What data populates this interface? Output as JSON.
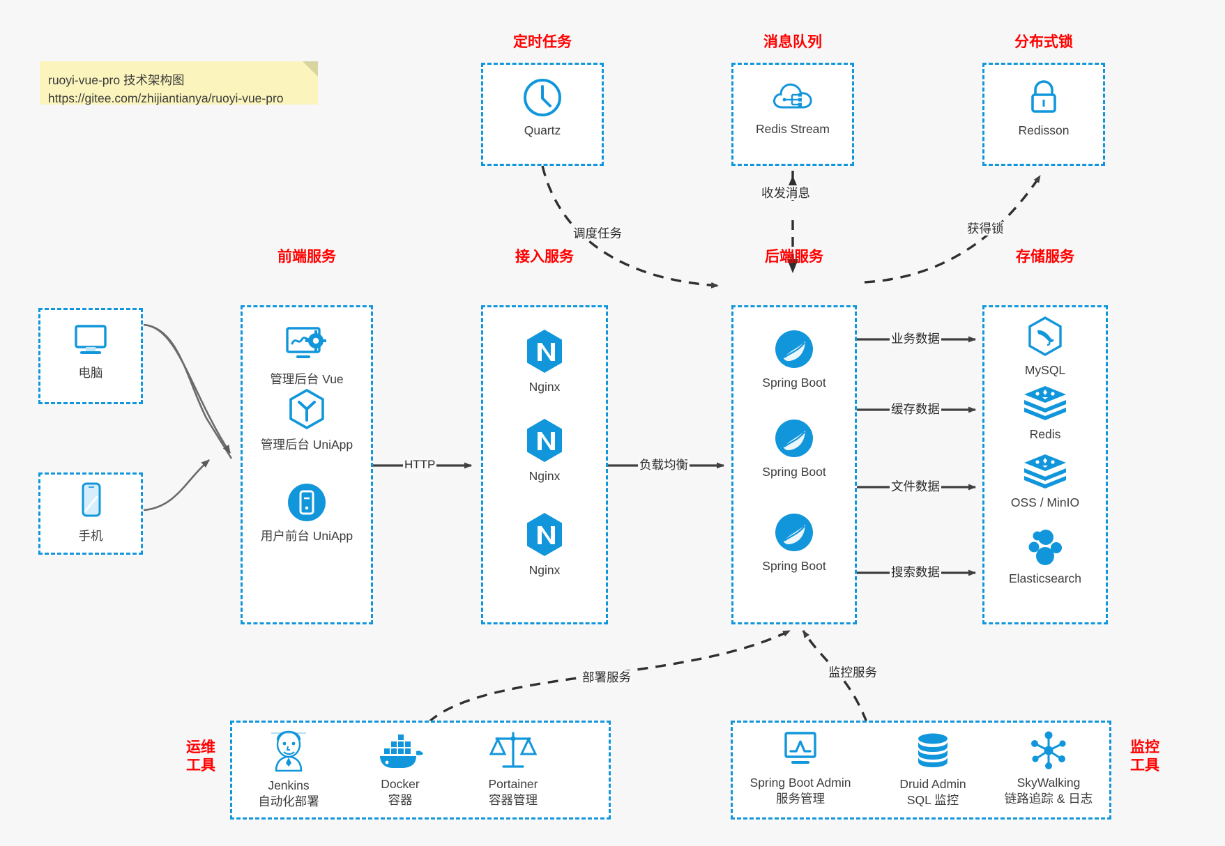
{
  "note": {
    "line1": "ruoyi-vue-pro 技术架构图",
    "line2": "https://gitee.com/zhijiantianya/ruoyi-vue-pro"
  },
  "colors": {
    "accent": "#1296db",
    "title": "#ff0000",
    "text": "#3d3d3d",
    "background": "#f7f7f7",
    "note_bg": "#fbf5bd",
    "wire": "#3f3f3f"
  },
  "groups": {
    "scheduled_task": {
      "title": "定时任务",
      "nodes": [
        {
          "label": "Quartz",
          "icon": "clock-icon"
        }
      ]
    },
    "message_queue": {
      "title": "消息队列",
      "nodes": [
        {
          "label": "Redis Stream",
          "icon": "cloud-stream-icon"
        }
      ]
    },
    "distributed_lock": {
      "title": "分布式锁",
      "nodes": [
        {
          "label": "Redisson",
          "icon": "lock-icon"
        }
      ]
    },
    "clients": {
      "nodes": [
        {
          "label": "电脑",
          "icon": "desktop-icon"
        },
        {
          "label": "手机",
          "icon": "mobile-icon"
        }
      ]
    },
    "frontend": {
      "title": "前端服务",
      "nodes": [
        {
          "label": "管理后台 Vue",
          "icon": "dashboard-gear-icon"
        },
        {
          "label": "管理后台 UniApp",
          "icon": "uniapp-hexagon-icon"
        },
        {
          "label": "用户前台 UniApp",
          "icon": "mobile-circle-icon"
        }
      ]
    },
    "gateway": {
      "title": "接入服务",
      "nodes": [
        {
          "label": "Nginx",
          "icon": "nginx-icon"
        },
        {
          "label": "Nginx",
          "icon": "nginx-icon"
        },
        {
          "label": "Nginx",
          "icon": "nginx-icon"
        }
      ]
    },
    "backend": {
      "title": "后端服务",
      "nodes": [
        {
          "label": "Spring Boot",
          "icon": "spring-boot-icon"
        },
        {
          "label": "Spring Boot",
          "icon": "spring-boot-icon"
        },
        {
          "label": "Spring Boot",
          "icon": "spring-boot-icon"
        }
      ]
    },
    "storage": {
      "title": "存储服务",
      "nodes": [
        {
          "label": "MySQL",
          "icon": "mysql-icon"
        },
        {
          "label": "Redis",
          "icon": "redis-icon"
        },
        {
          "label": "OSS / MinIO",
          "icon": "oss-minio-icon"
        },
        {
          "label": "Elasticsearch",
          "icon": "elasticsearch-icon"
        }
      ]
    },
    "devops": {
      "title_line1": "运维",
      "title_line2": "工具",
      "nodes": [
        {
          "label": "Jenkins",
          "sub": "自动化部署",
          "icon": "jenkins-icon"
        },
        {
          "label": "Docker",
          "sub": "容器",
          "icon": "docker-icon"
        },
        {
          "label": "Portainer",
          "sub": "容器管理",
          "icon": "portainer-scale-icon"
        }
      ]
    },
    "monitoring": {
      "title_line1": "监控",
      "title_line2": "工具",
      "nodes": [
        {
          "label": "Spring Boot Admin",
          "sub": "服务管理",
          "icon": "monitor-chart-icon"
        },
        {
          "label": "Druid Admin",
          "sub": "SQL 监控",
          "icon": "database-icon"
        },
        {
          "label": "SkyWalking",
          "sub": "链路追踪 & 日志",
          "icon": "skywalking-icon"
        }
      ]
    }
  },
  "edges": {
    "schedule_task": "调度任务",
    "send_receive_message": "收发消息",
    "acquire_lock": "获得锁",
    "http": "HTTP",
    "load_balance": "负载均衡",
    "business_data": "业务数据",
    "cache_data": "缓存数据",
    "file_data": "文件数据",
    "search_data": "搜索数据",
    "deploy_service": "部署服务",
    "monitor_service": "监控服务"
  }
}
